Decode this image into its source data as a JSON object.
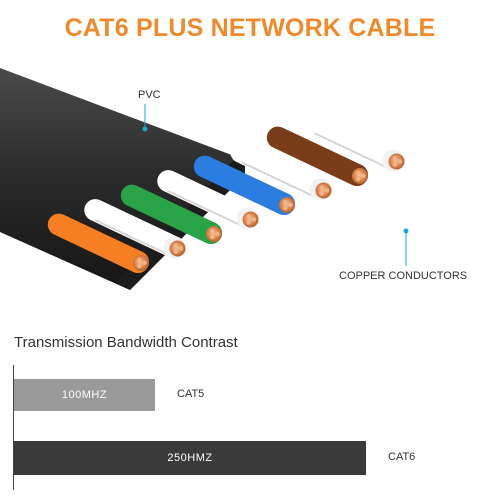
{
  "title": "CAT6 PLUS NETWORK CABLE",
  "callouts": {
    "pvc": "PVC",
    "copper": "COPPER CONDUCTORS"
  },
  "colors": {
    "title": "#f08a2c",
    "jacket": "#2b2b2b",
    "accent_dot": "#1aa7c9",
    "bar_cat5": "#9a9a9a",
    "bar_cat6": "#3a3a3a"
  },
  "wires": [
    {
      "color": "#f57f22",
      "role": "orange"
    },
    {
      "color": "#ffffff",
      "role": "white"
    },
    {
      "color": "#2aa248",
      "role": "green"
    },
    {
      "color": "#ffffff",
      "role": "white"
    },
    {
      "color": "#2b7de0",
      "role": "blue"
    },
    {
      "color": "#ffffff",
      "role": "white"
    },
    {
      "color": "#7a3d1a",
      "role": "brown"
    },
    {
      "color": "#ffffff",
      "role": "white"
    }
  ],
  "bandwidth": {
    "title": "Transmission Bandwidth Contrast",
    "bars": [
      {
        "label": "100MHZ",
        "name": "CAT5",
        "value": 100
      },
      {
        "label": "250HMZ",
        "name": "CAT6",
        "value": 250
      }
    ]
  }
}
